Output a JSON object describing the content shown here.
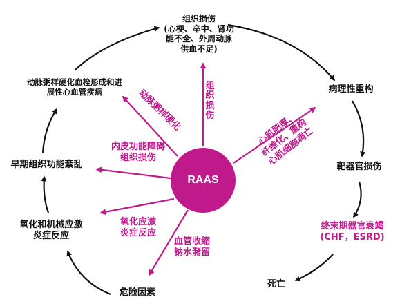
{
  "colors": {
    "accent": "#C0198C",
    "text": "#111111",
    "cycle_arrow": "#111111"
  },
  "center": {
    "label": "RAAS"
  },
  "cycle_nodes": {
    "organ_damage": "组织损伤\n(心梗、卒中、肾功\n能不全、外周动脉\n供血不足)",
    "pathological_remodeling": "病理性重构",
    "target_organ_damage": "靶器官损伤",
    "end_stage_organ_failure": "终末期器官衰竭\n(CHF，ESRD)",
    "death": "死亡",
    "risk_factors": "危险因素",
    "oxidative_inflammation": "氧化和机械应激\n炎症反应",
    "early_dysfunction": "早期组织功能紊乱",
    "atherosclerosis_disease": "动脉粥样硬化血栓形成和进\n展性心血管疾病"
  },
  "effects": {
    "tissue_damage": "组织损伤",
    "hypertrophy_fibrosis": "心肌肥厚、\n纤维化、重构\n心肌细胞凋亡",
    "atherosclerosis": "动脉粥样硬化",
    "endothelial_dysfunction": "内皮功能障碍\n组织损伤",
    "oxidative_stress": "氧化应激\n炎症反应",
    "vasoconstriction": "血管收缩\n钠水潴留"
  }
}
